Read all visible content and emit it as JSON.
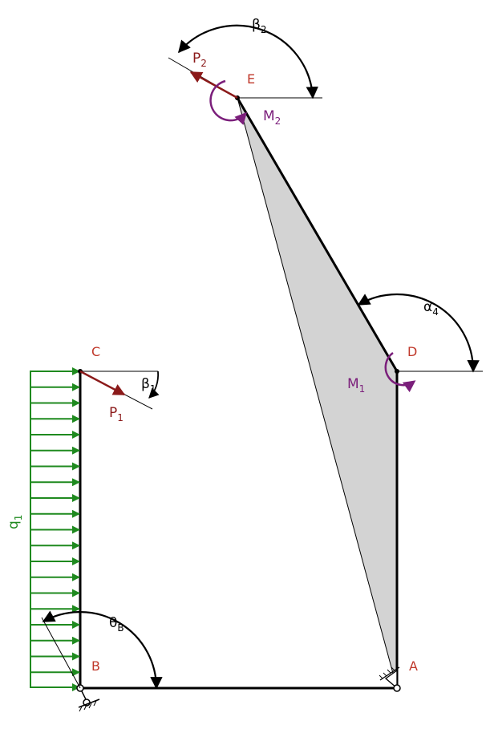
{
  "points": {
    "A": "A",
    "B": "B",
    "C": "C",
    "D": "D",
    "E": "E"
  },
  "loads": {
    "P1": {
      "base": "P",
      "sub": "1"
    },
    "P2": {
      "base": "P",
      "sub": "2"
    },
    "M1": {
      "base": "M",
      "sub": "1"
    },
    "M2": {
      "base": "M",
      "sub": "2"
    },
    "q1": {
      "base": "q",
      "sub": "1"
    }
  },
  "angles": {
    "beta1": {
      "base": "β",
      "sub": "1"
    },
    "beta2": {
      "base": "β",
      "sub": "2"
    },
    "alpha4": {
      "base": "α",
      "sub": "4"
    },
    "thetaB": {
      "base": "θ",
      "sub": "B"
    }
  },
  "colors": {
    "member": "#000000",
    "plate_fill": "#d3d3d3",
    "point_label": "#c0392b",
    "force": "#8b1a1a",
    "moment": "#7b1f7b",
    "distributed_load": "#1f8a1f",
    "angle_arc": "#000000"
  }
}
